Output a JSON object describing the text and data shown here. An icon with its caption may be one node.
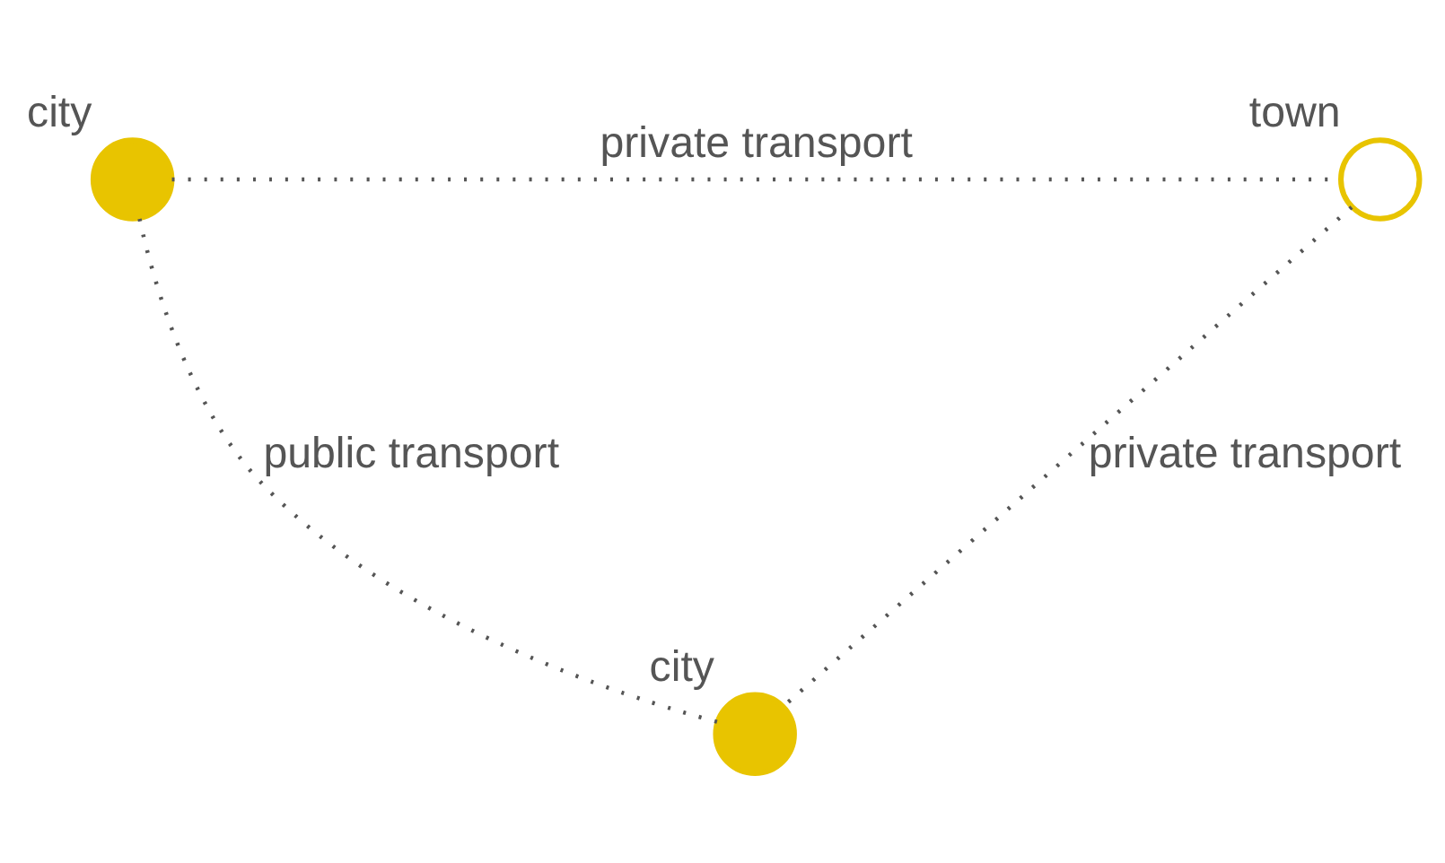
{
  "diagram": {
    "nodes": [
      {
        "text": [],
        "shape": "circle",
        "beside": [
          "city"
        ]
      },
      {
        "text": [],
        "shape": "circle",
        "beside": [
          "town"
        ]
      },
      {
        "text": [],
        "shape": "circle",
        "beside": [
          "city"
        ]
      }
    ],
    "edges": [
      {
        "from": 0,
        "to": 1,
        "arrow": "none",
        "label": "private transport"
      },
      {
        "from": 1,
        "to": 2,
        "arrow": "none",
        "label": "private transport"
      },
      {
        "from": 0,
        "to": 2,
        "arrow": "none",
        "label": "public transport"
      }
    ]
  }
}
